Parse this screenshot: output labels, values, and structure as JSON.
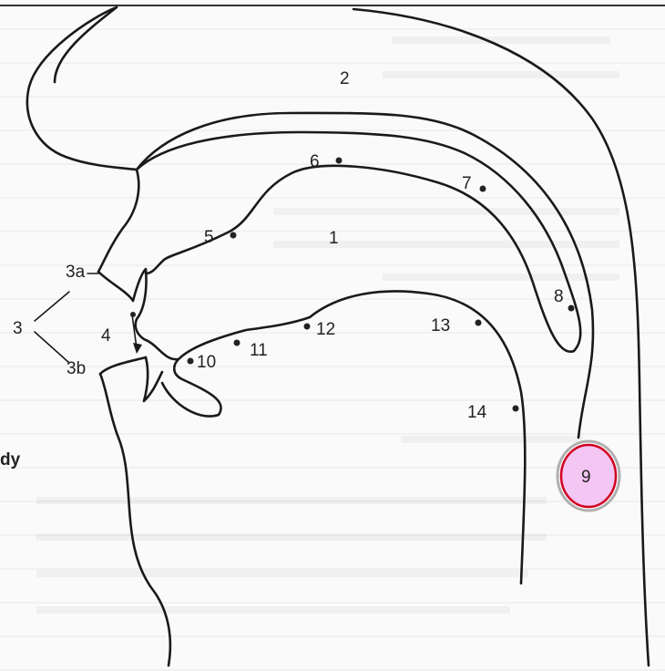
{
  "diagram": {
    "labels": {
      "l1": "1",
      "l2": "2",
      "l3": "3",
      "l3a": "3a",
      "l3b": "3b",
      "l4": "4",
      "l5": "5",
      "l6": "6",
      "l7": "7",
      "l8": "8",
      "l9": "9",
      "l10": "10",
      "l11": "11",
      "l12": "12",
      "l13": "13",
      "l14": "14",
      "edge_text": "dy"
    },
    "highlight": {
      "fill": "#f3c6f3",
      "ring_outer": "#b0b0b0",
      "ring": "#d1001f"
    },
    "colors": {
      "line": "#1a1a1a",
      "text": "#222222",
      "background": "#fafafa"
    }
  }
}
